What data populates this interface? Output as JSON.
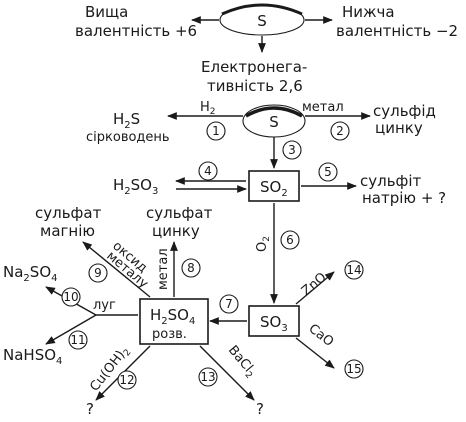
{
  "top": {
    "center": "S",
    "left_line1": "Вища",
    "left_line2": "валентність +6",
    "right_line1": "Нижча",
    "right_line2": "валентність −2",
    "bottom_line1": "Електронега-",
    "bottom_line2": "тивність 2,6"
  },
  "nodes": {
    "s": "S",
    "so2": {
      "main": "SO",
      "sub": "2"
    },
    "so3": {
      "main": "SO",
      "sub": "3"
    },
    "h2so4": {
      "main1": "H",
      "sub1": "2",
      "main2": "SO",
      "sub2": "4",
      "line2": "розв."
    }
  },
  "labels": {
    "h2s": {
      "main": "H",
      "sub": "2",
      "tail": "S"
    },
    "h2s_name": "сірководень",
    "h2": {
      "main": "H",
      "sub": "2"
    },
    "metal1": "метал",
    "zinc_sulfide_1": "сульфід",
    "zinc_sulfide_2": "цинку",
    "h2so3": {
      "main1": "H",
      "sub1": "2",
      "main2": "SO",
      "sub2": "3"
    },
    "sodium_sulfite_1": "сульфіт",
    "sodium_sulfite_2": "натрію + ?",
    "o2": {
      "main": "O",
      "sub": "2"
    },
    "zno": "ZnO",
    "cao": "CaO",
    "mg_sulfate_1": "сульфат",
    "mg_sulfate_2": "магнію",
    "zn_sulfate_1": "сульфат",
    "zn_sulfate_2": "цинку",
    "metal_oxide_1": "оксид",
    "metal_oxide_2": "металу",
    "metal2": "метал",
    "na2so4": {
      "main1": "Na",
      "sub1": "2",
      "main2": "SO",
      "sub2": "4"
    },
    "alkali": "луг",
    "nahso4": {
      "main": "NaHSO",
      "sub": "4"
    },
    "cuoh2": "Cu(OH)",
    "cuoh2_sub": "2",
    "bacl2": "BaCl",
    "bacl2_sub": "2",
    "q1": "?",
    "q2": "?"
  },
  "steps": [
    "1",
    "2",
    "3",
    "4",
    "5",
    "6",
    "7",
    "8",
    "9",
    "10",
    "11",
    "12",
    "13",
    "14",
    "15"
  ]
}
